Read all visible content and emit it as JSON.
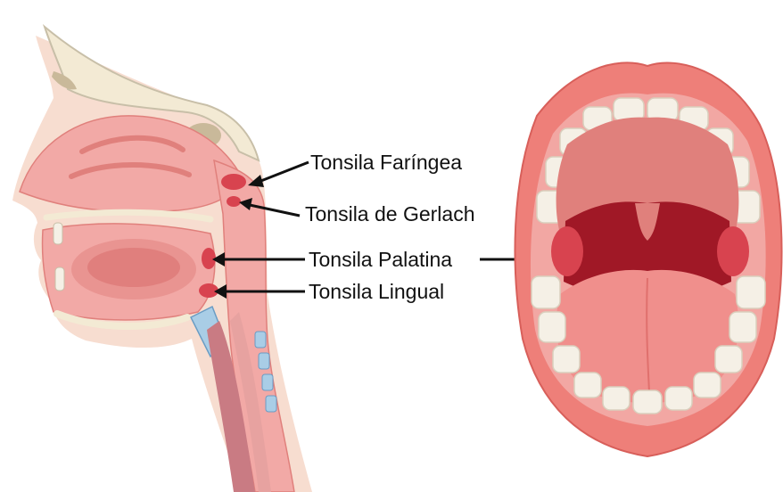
{
  "labels": {
    "pharyngeal": "Tonsila Faríngea",
    "gerlach": "Tonsila de Gerlach",
    "palatine": "Tonsila Palatina",
    "lingual": "Tonsila Lingual"
  },
  "colors": {
    "tissue": "#f2a9a6",
    "tissue_dark": "#e0807c",
    "tonsil": "#d8434f",
    "bone": "#f3ead4",
    "skin": "#f7ddd0",
    "teeth": "#f5f0e6",
    "throat": "#a01826",
    "lips": "#ee7f79",
    "tongue": "#f08f8c",
    "arrow": "#111111"
  }
}
